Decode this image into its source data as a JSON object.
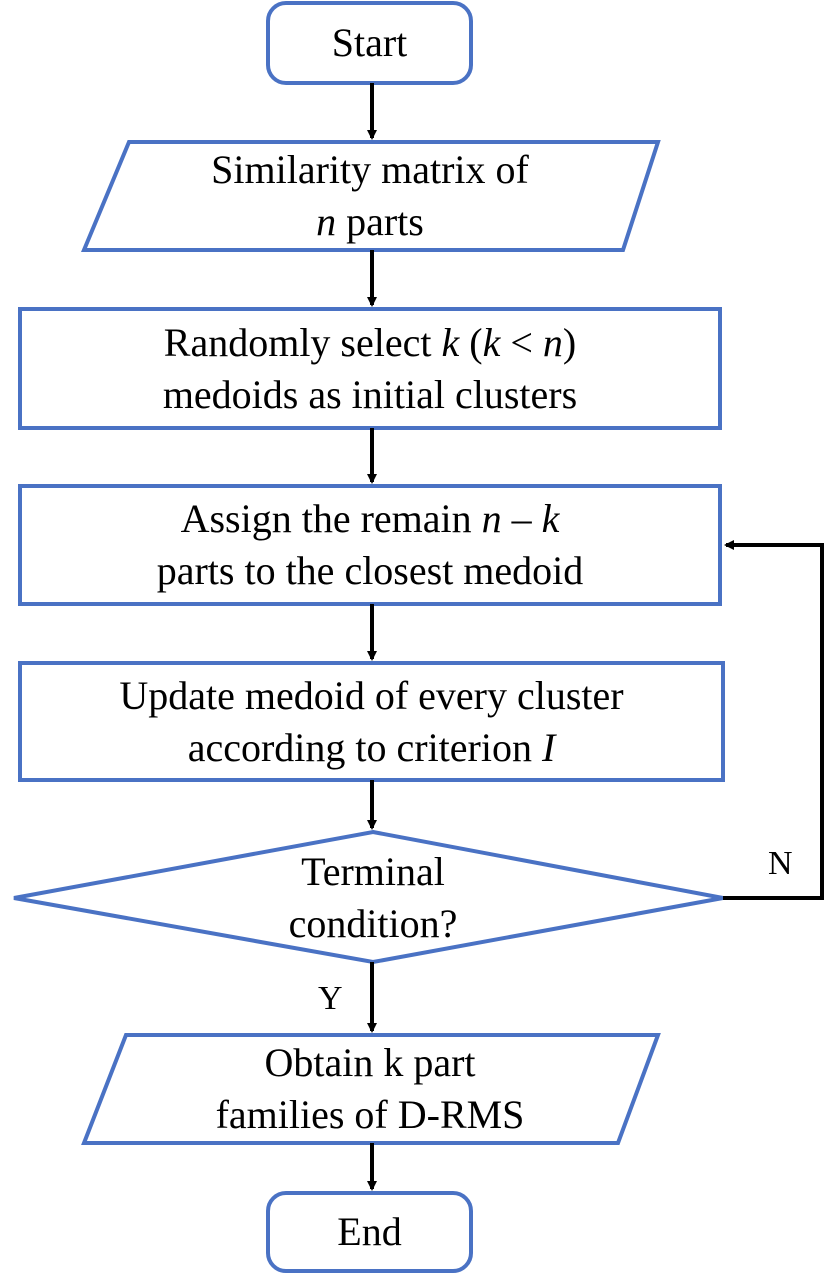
{
  "nodes": {
    "start": {
      "text": "Start"
    },
    "similarity": {
      "line1": "Similarity matrix of",
      "line2_var": "n",
      "line2_rest": " parts"
    },
    "random_select": {
      "line1_pre": "Randomly select ",
      "line1_k": "k",
      "line1_mid": " (",
      "line1_k2": "k",
      "line1_lt": " < ",
      "line1_n": "n",
      "line1_close": ")",
      "line2": "medoids as initial clusters"
    },
    "assign": {
      "line1_pre": "Assign the remain ",
      "line1_n": "n",
      "line1_minus": " – ",
      "line1_k": "k",
      "line2": "parts to the closest medoid"
    },
    "update": {
      "line1": "Update medoid of every cluster",
      "line2_pre": "according to criterion ",
      "line2_var": "I"
    },
    "terminal": {
      "line1": "Terminal",
      "line2": "condition?"
    },
    "obtain": {
      "line1": "Obtain k part",
      "line2": "families of D-RMS"
    },
    "end": {
      "text": "End"
    }
  },
  "edges": {
    "yes_label": "Y",
    "no_label": "N"
  },
  "colors": {
    "shape_stroke": "#4a72c4",
    "arrow": "#000000"
  }
}
